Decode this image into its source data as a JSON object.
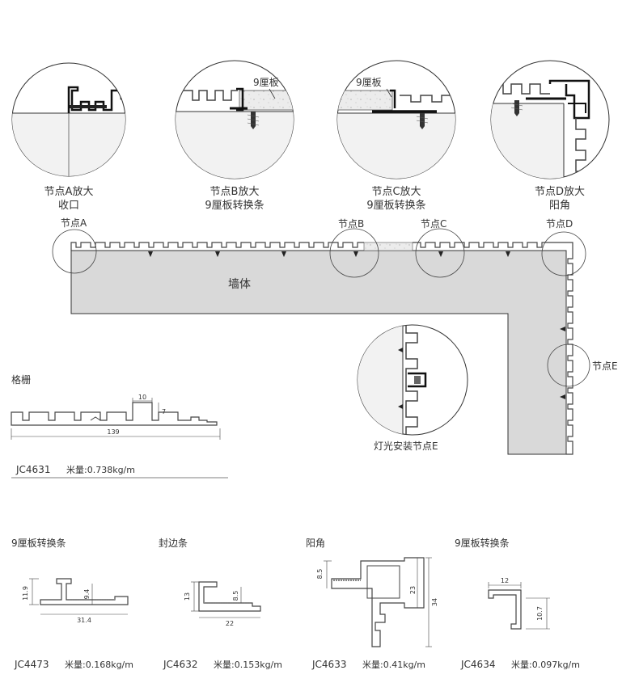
{
  "details": [
    {
      "line1": "节点A放大",
      "line2": "收口"
    },
    {
      "line1": "节点B放大",
      "line2": "9厘板转换条",
      "board_label": "9厘板"
    },
    {
      "line1": "节点C放大",
      "line2": "9厘板转换条",
      "board_label": "9厘板"
    },
    {
      "line1": "节点D放大",
      "line2": "阳角"
    }
  ],
  "plan": {
    "wall_label": "墙体",
    "nodes": [
      "节点A",
      "节点B",
      "节点C",
      "节点D",
      "节点E"
    ],
    "light_node_label": "灯光安装节点E"
  },
  "grille": {
    "title": "格栅",
    "dim_width": "139",
    "dim_top": "10",
    "dim_side": "7",
    "code": "JC4631",
    "weight": "米量:0.738kg/m"
  },
  "profiles": [
    {
      "title": "9厘板转换条",
      "code": "JC4473",
      "weight": "米量:0.168kg/m",
      "dims": [
        "11.9",
        "9.4",
        "31.4"
      ]
    },
    {
      "title": "封边条",
      "code": "JC4632",
      "weight": "米量:0.153kg/m",
      "dims": [
        "13",
        "8.5",
        "22"
      ]
    },
    {
      "title": "阳角",
      "code": "JC4633",
      "weight": "米量:0.41kg/m",
      "dims": [
        "8.5",
        "23",
        "34"
      ]
    },
    {
      "title": "9厘板转换条",
      "code": "JC4634",
      "weight": "米量:0.097kg/m",
      "dims": [
        "12",
        "10.7"
      ]
    }
  ]
}
